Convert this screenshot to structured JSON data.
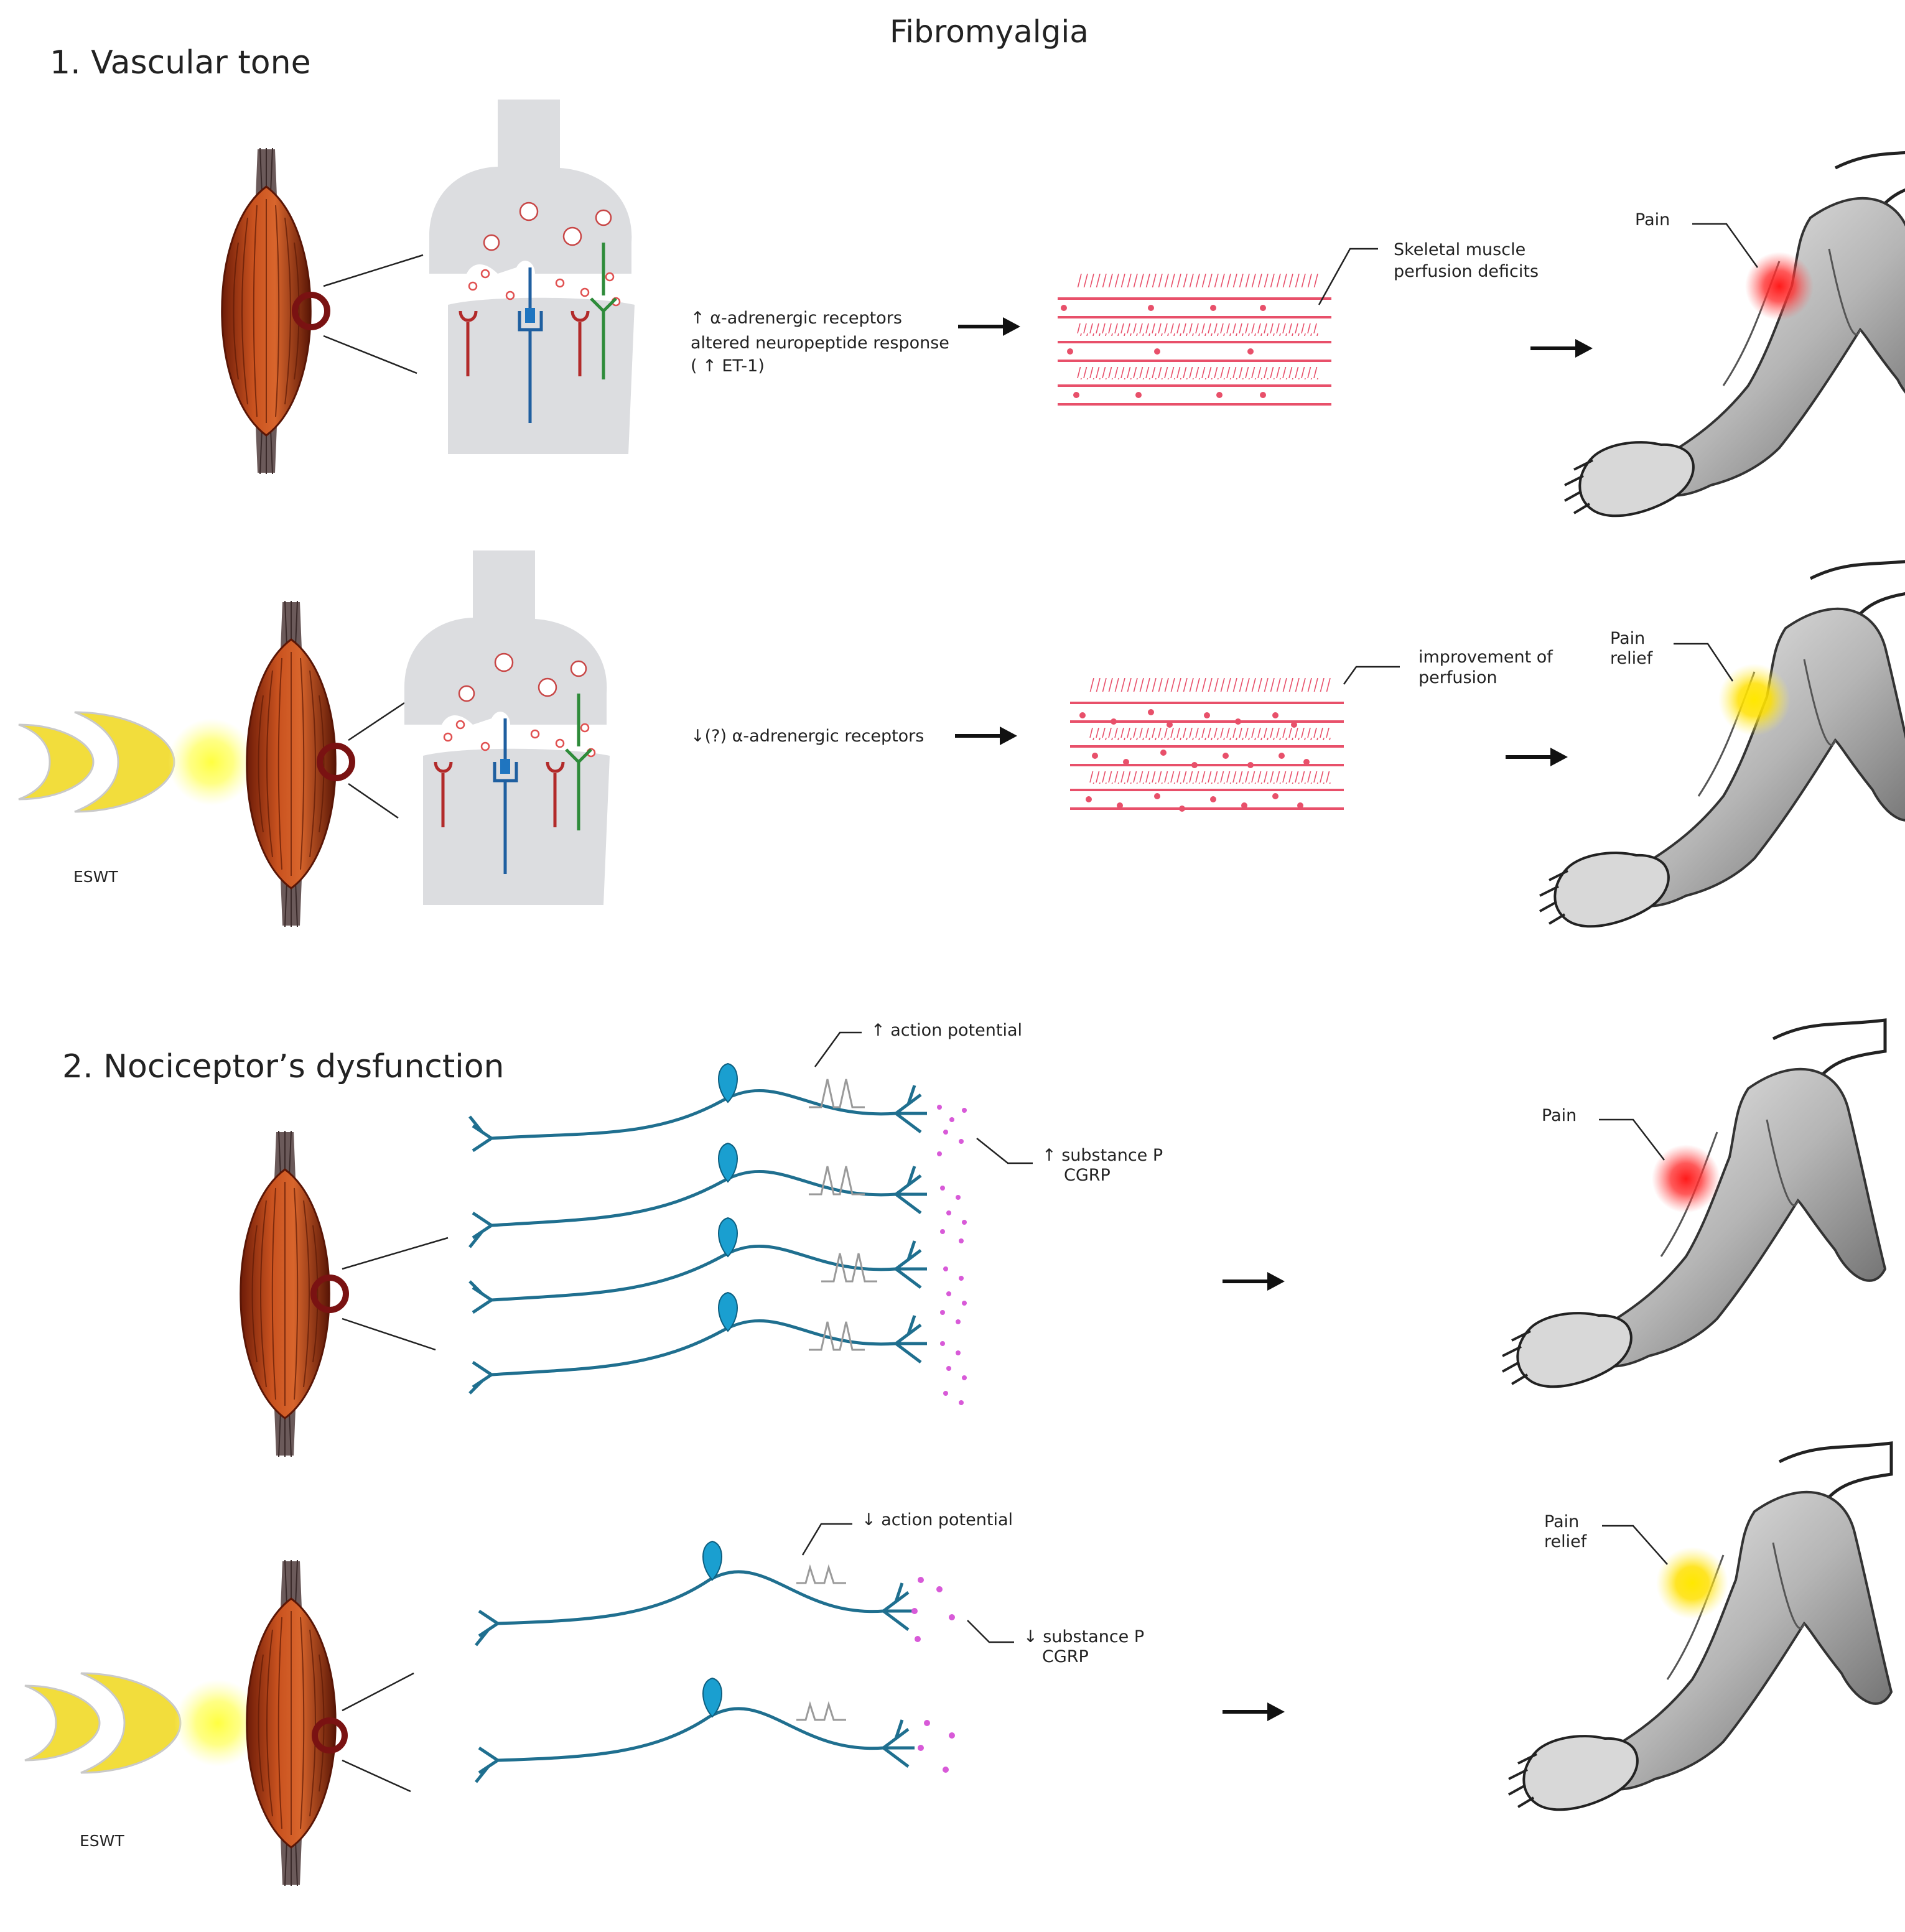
{
  "title": "Fibromyalgia",
  "sections": {
    "vascular": "1. Vascular tone",
    "nociceptor": "2. Nociceptor’s dysfunction"
  },
  "vascular_before": {
    "line1": "↑ α-adrenergic receptors",
    "line2": "altered neuropeptide response",
    "line3": "( ↑ ET-1)",
    "muscle_label_1": "Skeletal muscle",
    "muscle_label_2": "perfusion deficits",
    "pain": "Pain"
  },
  "vascular_after": {
    "eswt": "ESWT",
    "line1": "↓(?) α-adrenergic receptors",
    "muscle_label_1": "improvement of",
    "muscle_label_2": "perfusion",
    "pain_1": "Pain",
    "pain_2": "relief"
  },
  "nociceptor_before": {
    "action": "↑ action potential",
    "subst_1": "↑ substance P",
    "subst_2": "CGRP",
    "pain": "Pain"
  },
  "nociceptor_after": {
    "eswt": "ESWT",
    "action": "↓ action potential",
    "subst_1": "↓ substance P",
    "subst_2": "CGRP",
    "pain_1": "Pain",
    "pain_2": "relief"
  },
  "colors": {
    "muscle": "#b8461c",
    "nerve": "#1f6f8f",
    "soma": "#1a9fd0",
    "vesicle": "#e05050",
    "fiber": "#e8506a",
    "pain": "#ff2020",
    "relief": "#ffd400",
    "eswt": "#f2dd3c",
    "neuropeptide": "#d85ad8"
  }
}
